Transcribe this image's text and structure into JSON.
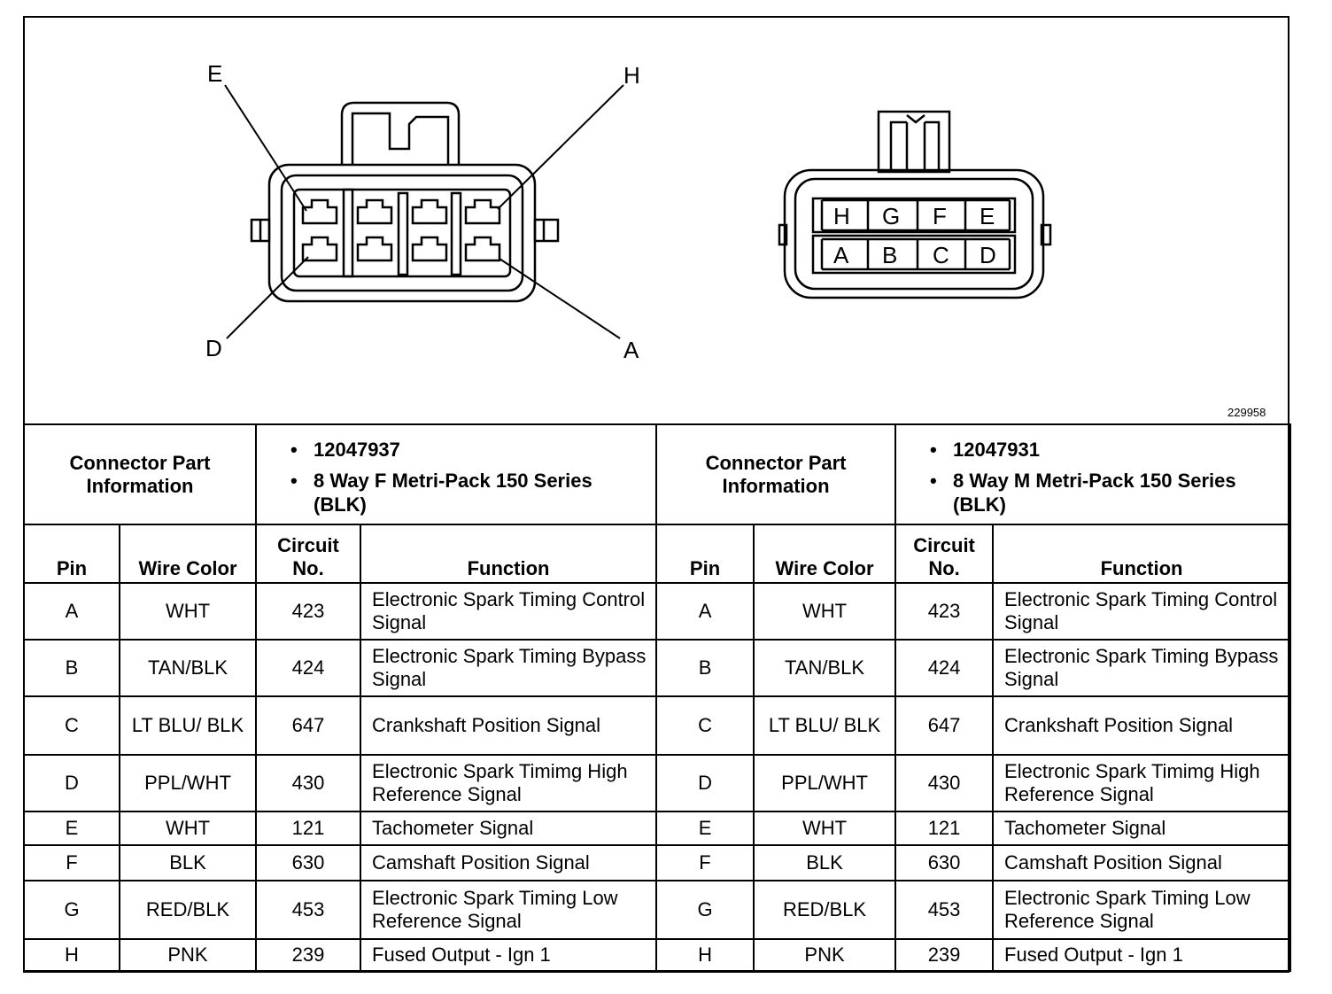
{
  "drawing": {
    "callouts": {
      "e": "E",
      "h": "H",
      "d": "D",
      "a": "A"
    },
    "male_slots": {
      "top_row": [
        "H",
        "G",
        "F",
        "E"
      ],
      "bottom_row": [
        "A",
        "B",
        "C",
        "D"
      ]
    },
    "figure_number": "229958"
  },
  "connectors": [
    {
      "info_label": "Connector Part Information",
      "info_items": [
        "12047937",
        "8 Way F Metri-Pack 150 Series (BLK)"
      ]
    },
    {
      "info_label": "Connector Part Information",
      "info_items": [
        "12047931",
        "8 Way M Metri-Pack 150 Series (BLK)"
      ]
    }
  ],
  "columns": {
    "pin": "Pin",
    "wire_color": "Wire Color",
    "circuit": "Circuit No.",
    "function": "Function"
  },
  "rows": [
    {
      "pin": "A",
      "wire": "WHT",
      "circuit": "423",
      "function": "Electronic Spark Timing Control Signal"
    },
    {
      "pin": "B",
      "wire": "TAN/BLK",
      "circuit": "424",
      "function": "Electronic Spark Timing Bypass Signal"
    },
    {
      "pin": "C",
      "wire": "LT BLU/ BLK",
      "circuit": "647",
      "function": "Crankshaft Position Signal"
    },
    {
      "pin": "D",
      "wire": "PPL/WHT",
      "circuit": "430",
      "function": "Electronic Spark Timimg High Reference Signal"
    },
    {
      "pin": "E",
      "wire": "WHT",
      "circuit": "121",
      "function": "Tachometer Signal"
    },
    {
      "pin": "F",
      "wire": "BLK",
      "circuit": "630",
      "function": "Camshaft Position Signal"
    },
    {
      "pin": "G",
      "wire": "RED/BLK",
      "circuit": "453",
      "function": "Electronic Spark Timing Low Reference Signal"
    },
    {
      "pin": "H",
      "wire": "PNK",
      "circuit": "239",
      "function": "Fused Output - Ign 1"
    }
  ]
}
